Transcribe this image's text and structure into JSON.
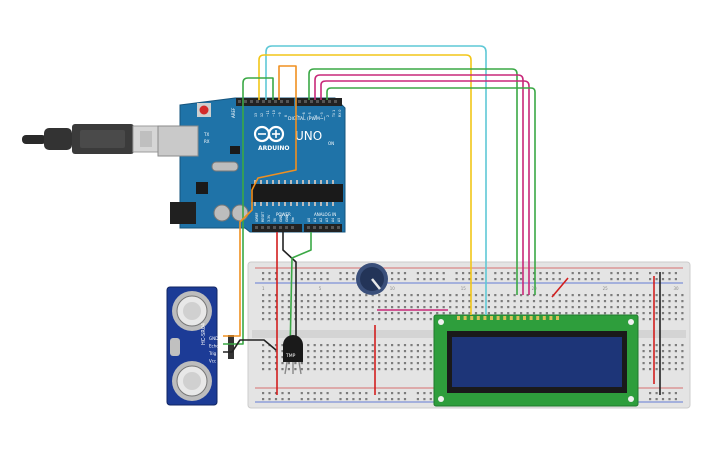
{
  "arduino": {
    "logo_text": "ARDUINO",
    "model": "UNO",
    "digital_label": "DIGITAL (PWM~)",
    "power_label": "POWER",
    "analog_label": "ANALOG IN",
    "aref_label": "AREF",
    "gnd_label": "GND",
    "tx_label": "TX",
    "rx_label": "RX",
    "on_label": "ON",
    "digital_pins": [
      "13",
      "12",
      "~11",
      "~10",
      "~9",
      "8",
      "7",
      "~6",
      "~5",
      "4",
      "~3",
      "2",
      "TX 1",
      "RX 0"
    ],
    "power_pins": [
      "IOREF",
      "RESET",
      "3.3V",
      "5V",
      "GND",
      "GND",
      "Vin"
    ],
    "analog_pins": [
      "A0",
      "A1",
      "A2",
      "A3",
      "A4",
      "A5"
    ],
    "color": "#1f73a8"
  },
  "sensor": {
    "model": "HC-SR04",
    "pins": [
      "GND",
      "Echo",
      "Trig",
      "Vcc"
    ]
  },
  "temperature_sensor": {
    "label": "TMP"
  },
  "breadboard": {
    "column_labels": [
      "1",
      "5",
      "10",
      "15",
      "20",
      "25",
      "30"
    ]
  },
  "lcd": {
    "screen_color": "#1d3578",
    "board_color": "#2e9e3c"
  },
  "wire_colors": {
    "cyan": "#5fc8d6",
    "yellow": "#f2c618",
    "green": "#3aa845",
    "magenta": "#c8287a",
    "red": "#d21e1e",
    "black": "#222222",
    "orange": "#f09020"
  }
}
